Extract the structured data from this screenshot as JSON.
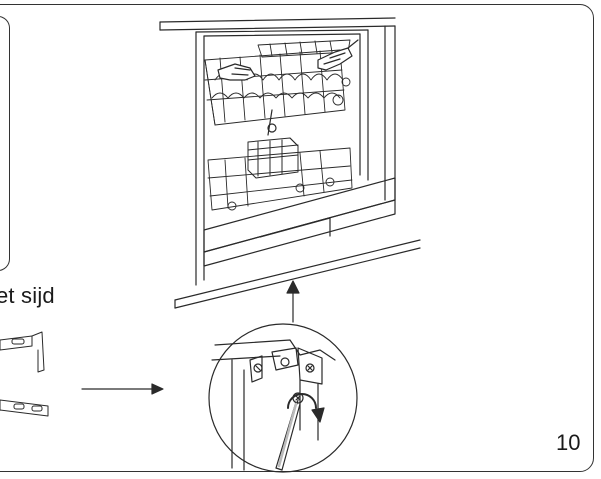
{
  "caption": {
    "text": "et sijd"
  },
  "page": {
    "number": "10"
  },
  "icons": {
    "illustration": "dishwasher-installation-illustration",
    "bracket": "mounting-bracket-icon",
    "screw": "screw-icon",
    "screwdriver": "screwdriver-icon"
  }
}
